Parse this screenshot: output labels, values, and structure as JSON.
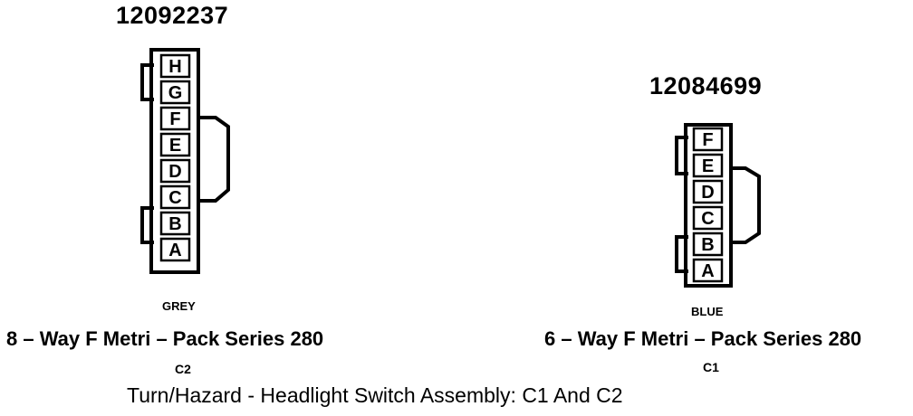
{
  "title": "Turn/Hazard - Headlight Switch Assembly: C1 And C2",
  "connectors": [
    {
      "part_number": "12092237",
      "color": "GREY",
      "description": "8 – Way F Metri – Pack Series 280",
      "label": "C2",
      "pins": [
        "H",
        "G",
        "F",
        "E",
        "D",
        "C",
        "B",
        "A"
      ]
    },
    {
      "part_number": "12084699",
      "color": "BLUE",
      "description": "6 – Way F Metri – Pack Series 280",
      "label": "C1",
      "pins": [
        "F",
        "E",
        "D",
        "C",
        "B",
        "A"
      ]
    }
  ]
}
